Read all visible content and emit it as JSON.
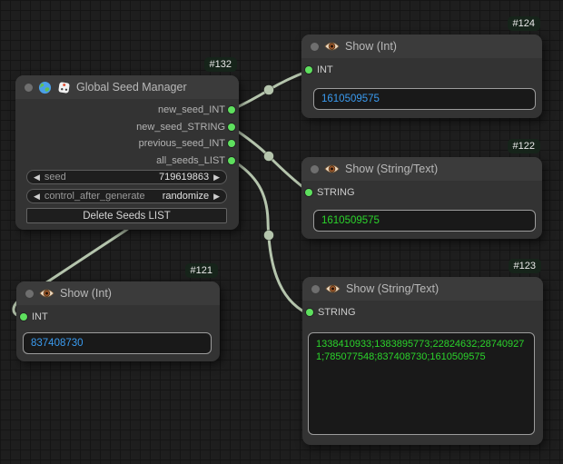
{
  "colors": {
    "background": "#1e1e1e",
    "node_body": "#333333",
    "node_title": "#3b3b3b",
    "link": "#b5c5ad",
    "slot_green": "#5ee05e",
    "badge_bg": "#16241a",
    "int_value_blue": "#3a9bf0",
    "string_value_green": "#2bd42b"
  },
  "icons": {
    "left_arrow": "◀",
    "right_arrow": "▶"
  },
  "nodes": {
    "seed_manager": {
      "badge": "#132",
      "title": "Global Seed Manager",
      "outputs": [
        "new_seed_INT",
        "new_seed_STRING",
        "previous_seed_INT",
        "all_seeds_LIST"
      ],
      "widgets": {
        "seed": {
          "label": "seed",
          "value": "719619863"
        },
        "control_after_generate": {
          "label": "control_after_generate",
          "value": "randomize"
        },
        "delete_button": {
          "label": "Delete Seeds LIST"
        }
      }
    },
    "show_int_124": {
      "badge": "#124",
      "title": "Show (Int)",
      "input": "INT",
      "value": "1610509575"
    },
    "show_string_122": {
      "badge": "#122",
      "title": "Show (String/Text)",
      "input": "STRING",
      "value": "1610509575"
    },
    "show_int_121": {
      "badge": "#121",
      "title": "Show (Int)",
      "input": "INT",
      "value": "837408730"
    },
    "show_string_123": {
      "badge": "#123",
      "title": "Show (String/Text)",
      "input": "STRING",
      "value": "1338410933;1383895773;22824632;287409271;785077548;837408730;1610509575"
    }
  }
}
